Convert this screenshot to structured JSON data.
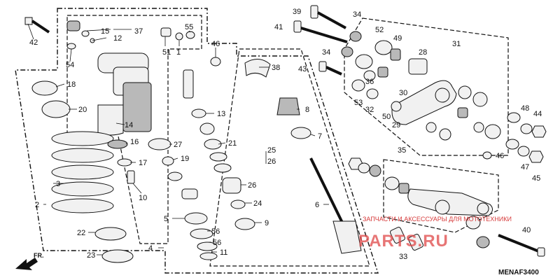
{
  "diagram": {
    "code": "MENAF3400",
    "front_marker": "FR.",
    "watermark_text": "ЗАПЧАСТИ И АКСЕССУАРЫ ДЛЯ МОТОТЕХНИКИ",
    "watermark_logo": "PARTS.RU"
  },
  "callouts": [
    "39",
    "34",
    "41",
    "34",
    "43",
    "42",
    "15",
    "37",
    "12",
    "51",
    "1",
    "55",
    "46",
    "54",
    "38",
    "18",
    "20",
    "14",
    "13",
    "16",
    "27",
    "19",
    "17",
    "21",
    "25",
    "26",
    "10",
    "8",
    "7",
    "3",
    "22",
    "23",
    "2",
    "4",
    "5",
    "11",
    "56",
    "56",
    "26",
    "24",
    "9",
    "6",
    "52",
    "49",
    "31",
    "28",
    "50",
    "36",
    "29",
    "30",
    "32",
    "53",
    "48",
    "44",
    "45",
    "47",
    "35",
    "46",
    "40",
    "33"
  ]
}
